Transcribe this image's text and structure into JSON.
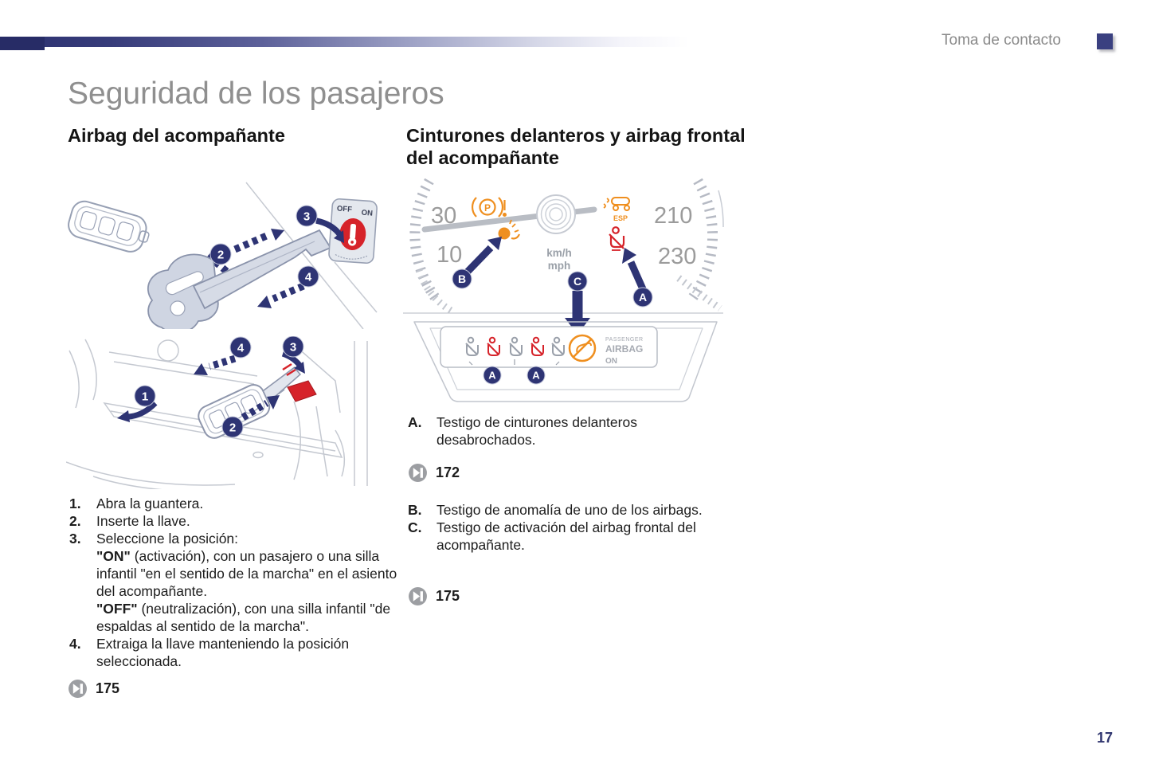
{
  "header": {
    "section_label": "Toma de contacto"
  },
  "page": {
    "title": "Seguridad de los pasajeros",
    "number": "17"
  },
  "left_column": {
    "heading": "Airbag del acompañante",
    "step1_num": "1.",
    "step1_text": "Abra la guantera.",
    "step2_num": "2.",
    "step2_text": "Inserte la llave.",
    "step3_num": "3.",
    "step3_text": "Seleccione la posición:",
    "step3_on_lead": "\"ON\"",
    "step3_on_text": " (activación), con un pasajero o una silla infantil \"en el sentido de la marcha\" en el asiento del acompañante.",
    "step3_off_lead": "\"OFF\"",
    "step3_off_text": " (neutralización), con una silla infantil \"de espaldas al sentido de la marcha\".",
    "step4_num": "4.",
    "step4_text": "Extraiga la llave manteniendo la posición seleccionada.",
    "page_reference": "175"
  },
  "right_column": {
    "heading": "Cinturones delanteros y airbag frontal del acompañante",
    "item_a_num": "A.",
    "item_a_text": "Testigo de cinturones delanteros desabrochados.",
    "page_reference_a": "172",
    "item_b_num": "B.",
    "item_b_text": "Testigo de anomalía de uno de los airbags.",
    "item_c_num": "C.",
    "item_c_text": "Testigo de activación del airbag frontal del acompañante.",
    "page_reference_bc": "175"
  },
  "key_illustration": {
    "badge_2": "2",
    "badge_3": "3",
    "badge_4": "4",
    "switch_off_label": "OFF",
    "switch_on_label": "ON"
  },
  "glovebox_illustration": {
    "badge_1": "1",
    "badge_2": "2",
    "badge_3": "3",
    "badge_4": "4"
  },
  "cluster_illustration": {
    "dial_left_upper": "30",
    "dial_left_lower": "10",
    "dial_right_upper": "210",
    "dial_right_lower": "230",
    "unit_top": "km/h",
    "unit_bottom": "mph",
    "esp_label": "ESP",
    "badge_b": "B",
    "badge_c": "C",
    "badge_a": "A",
    "panel_line1": "PASSENGER",
    "panel_line2": "AIRBAG",
    "panel_line3": "ON",
    "panel_badge_a1": "A",
    "panel_badge_a2": "A"
  },
  "colors": {
    "navy": "#2e3474",
    "red": "#d6232a",
    "orange": "#ef8f1f",
    "muted_text": "#8a8a8a"
  }
}
